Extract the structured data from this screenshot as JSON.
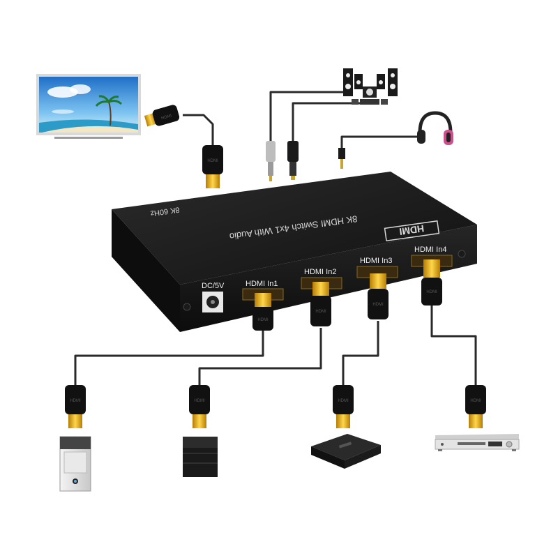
{
  "device": {
    "title_line1": "8K HDMI Switch 4x1 With Audio",
    "title_line2": "8K 60Hz",
    "logo_text": "HDMI",
    "power_label": "DC/5V",
    "ports": [
      "HDMI In1",
      "HDMI In2",
      "HDMI In3",
      "HDMI In4"
    ]
  },
  "connector_text": "HDMI",
  "colors": {
    "device_body": "#1c1c1c",
    "cable": "#2a2a2a",
    "plug_gold": "#e3a70b",
    "label_text": "#f2f2f2"
  },
  "peripherals": {
    "output": "tv-display",
    "audio_outputs": [
      "speaker-system",
      "headphones"
    ],
    "sources": [
      "desktop-pc",
      "game-console",
      "set-top-box",
      "dvd-player"
    ]
  }
}
